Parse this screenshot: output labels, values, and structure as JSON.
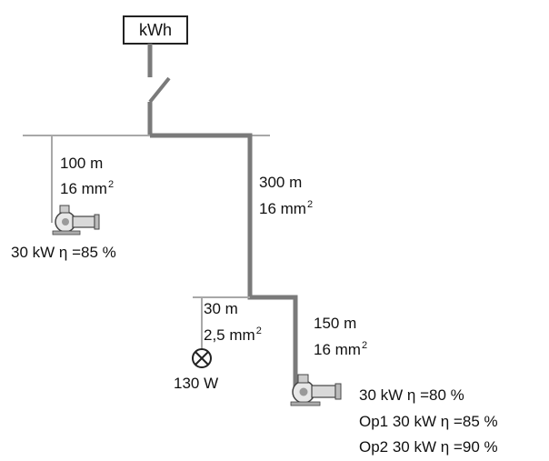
{
  "meter": {
    "label": "kWh"
  },
  "branch_left": {
    "length": "100 m",
    "section": "16 mm",
    "section_sup": "2",
    "load": "30 kW  η =85 %"
  },
  "main_feeder": {
    "length": "300 m",
    "section": "16 mm",
    "section_sup": "2"
  },
  "lamp_branch": {
    "length": "30 m",
    "section": "2,5 mm",
    "section_sup": "2",
    "load": "130 W"
  },
  "pump_branch": {
    "length": "150 m",
    "section": "16 mm",
    "section_sup": "2",
    "loads": [
      "30 kW  η =80 %",
      "Op1  30 kW  η =85 %",
      "Op2 30 kW  η =90 %"
    ]
  },
  "colors": {
    "thick_line": "#7a7a7a",
    "thin_line": "#a8a8a8",
    "stroke": "#222222"
  }
}
